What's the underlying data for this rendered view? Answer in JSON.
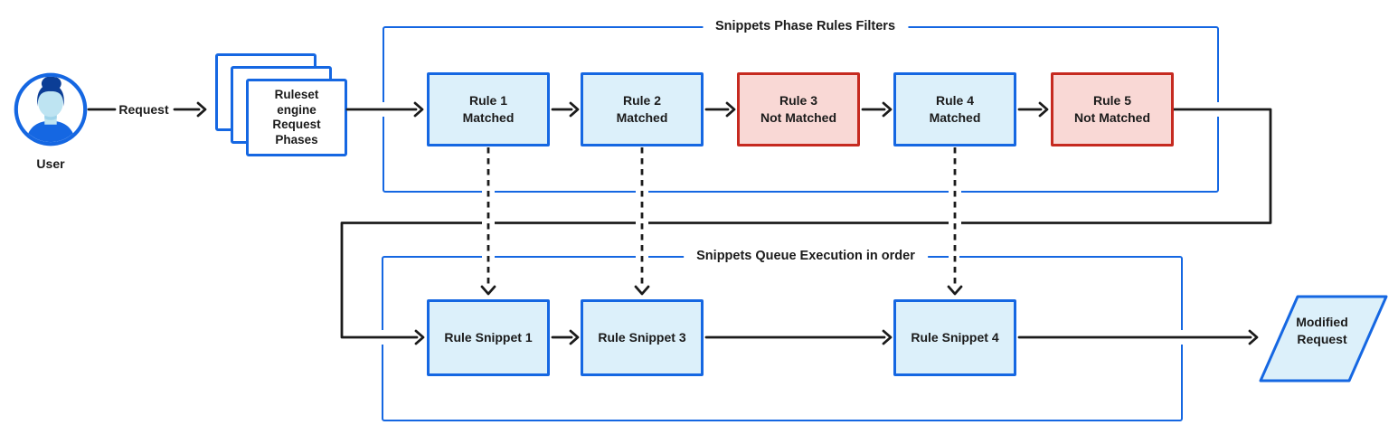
{
  "user": {
    "label": "User"
  },
  "request": {
    "label": "Request"
  },
  "ruleset_stack": {
    "lines": [
      "Ruleset",
      "engine",
      "Request",
      "Phases"
    ]
  },
  "groups": {
    "filters": {
      "title": "Snippets Phase Rules Filters"
    },
    "queue": {
      "title": "Snippets Queue Execution in order"
    }
  },
  "rules": [
    {
      "name": "Rule 1",
      "status": "Matched",
      "state": "matched"
    },
    {
      "name": "Rule 2",
      "status": "Matched",
      "state": "matched"
    },
    {
      "name": "Rule 3",
      "status": "Not Matched",
      "state": "not-matched"
    },
    {
      "name": "Rule 4",
      "status": "Matched",
      "state": "matched"
    },
    {
      "name": "Rule 5",
      "status": "Not Matched",
      "state": "not-matched"
    }
  ],
  "snippets": [
    {
      "label": "Rule Snippet 1"
    },
    {
      "label": "Rule Snippet 3"
    },
    {
      "label": "Rule Snippet 4"
    }
  ],
  "output": {
    "lines": [
      "Modified",
      "Request"
    ]
  },
  "icons": {
    "user_avatar": "person-icon"
  },
  "colors": {
    "accent_blue": "#1567E2",
    "node_fill_blue": "#DCF0FA",
    "status_red": "#C62A20",
    "node_fill_red": "#F9D8D5",
    "line_black": "#1B1B1B"
  }
}
